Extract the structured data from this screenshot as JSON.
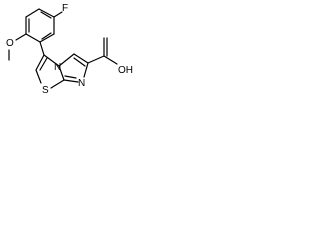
{
  "molecule": {
    "atoms": {
      "fluorine": "F",
      "methoxy": "O",
      "thiazole_sulfur": "S",
      "bridge_nitrogen": "N",
      "imidazole_nitrogen": "N",
      "carboxyl": "OH"
    },
    "colors": {
      "ink": "#000000",
      "background": "#ffffff"
    }
  }
}
